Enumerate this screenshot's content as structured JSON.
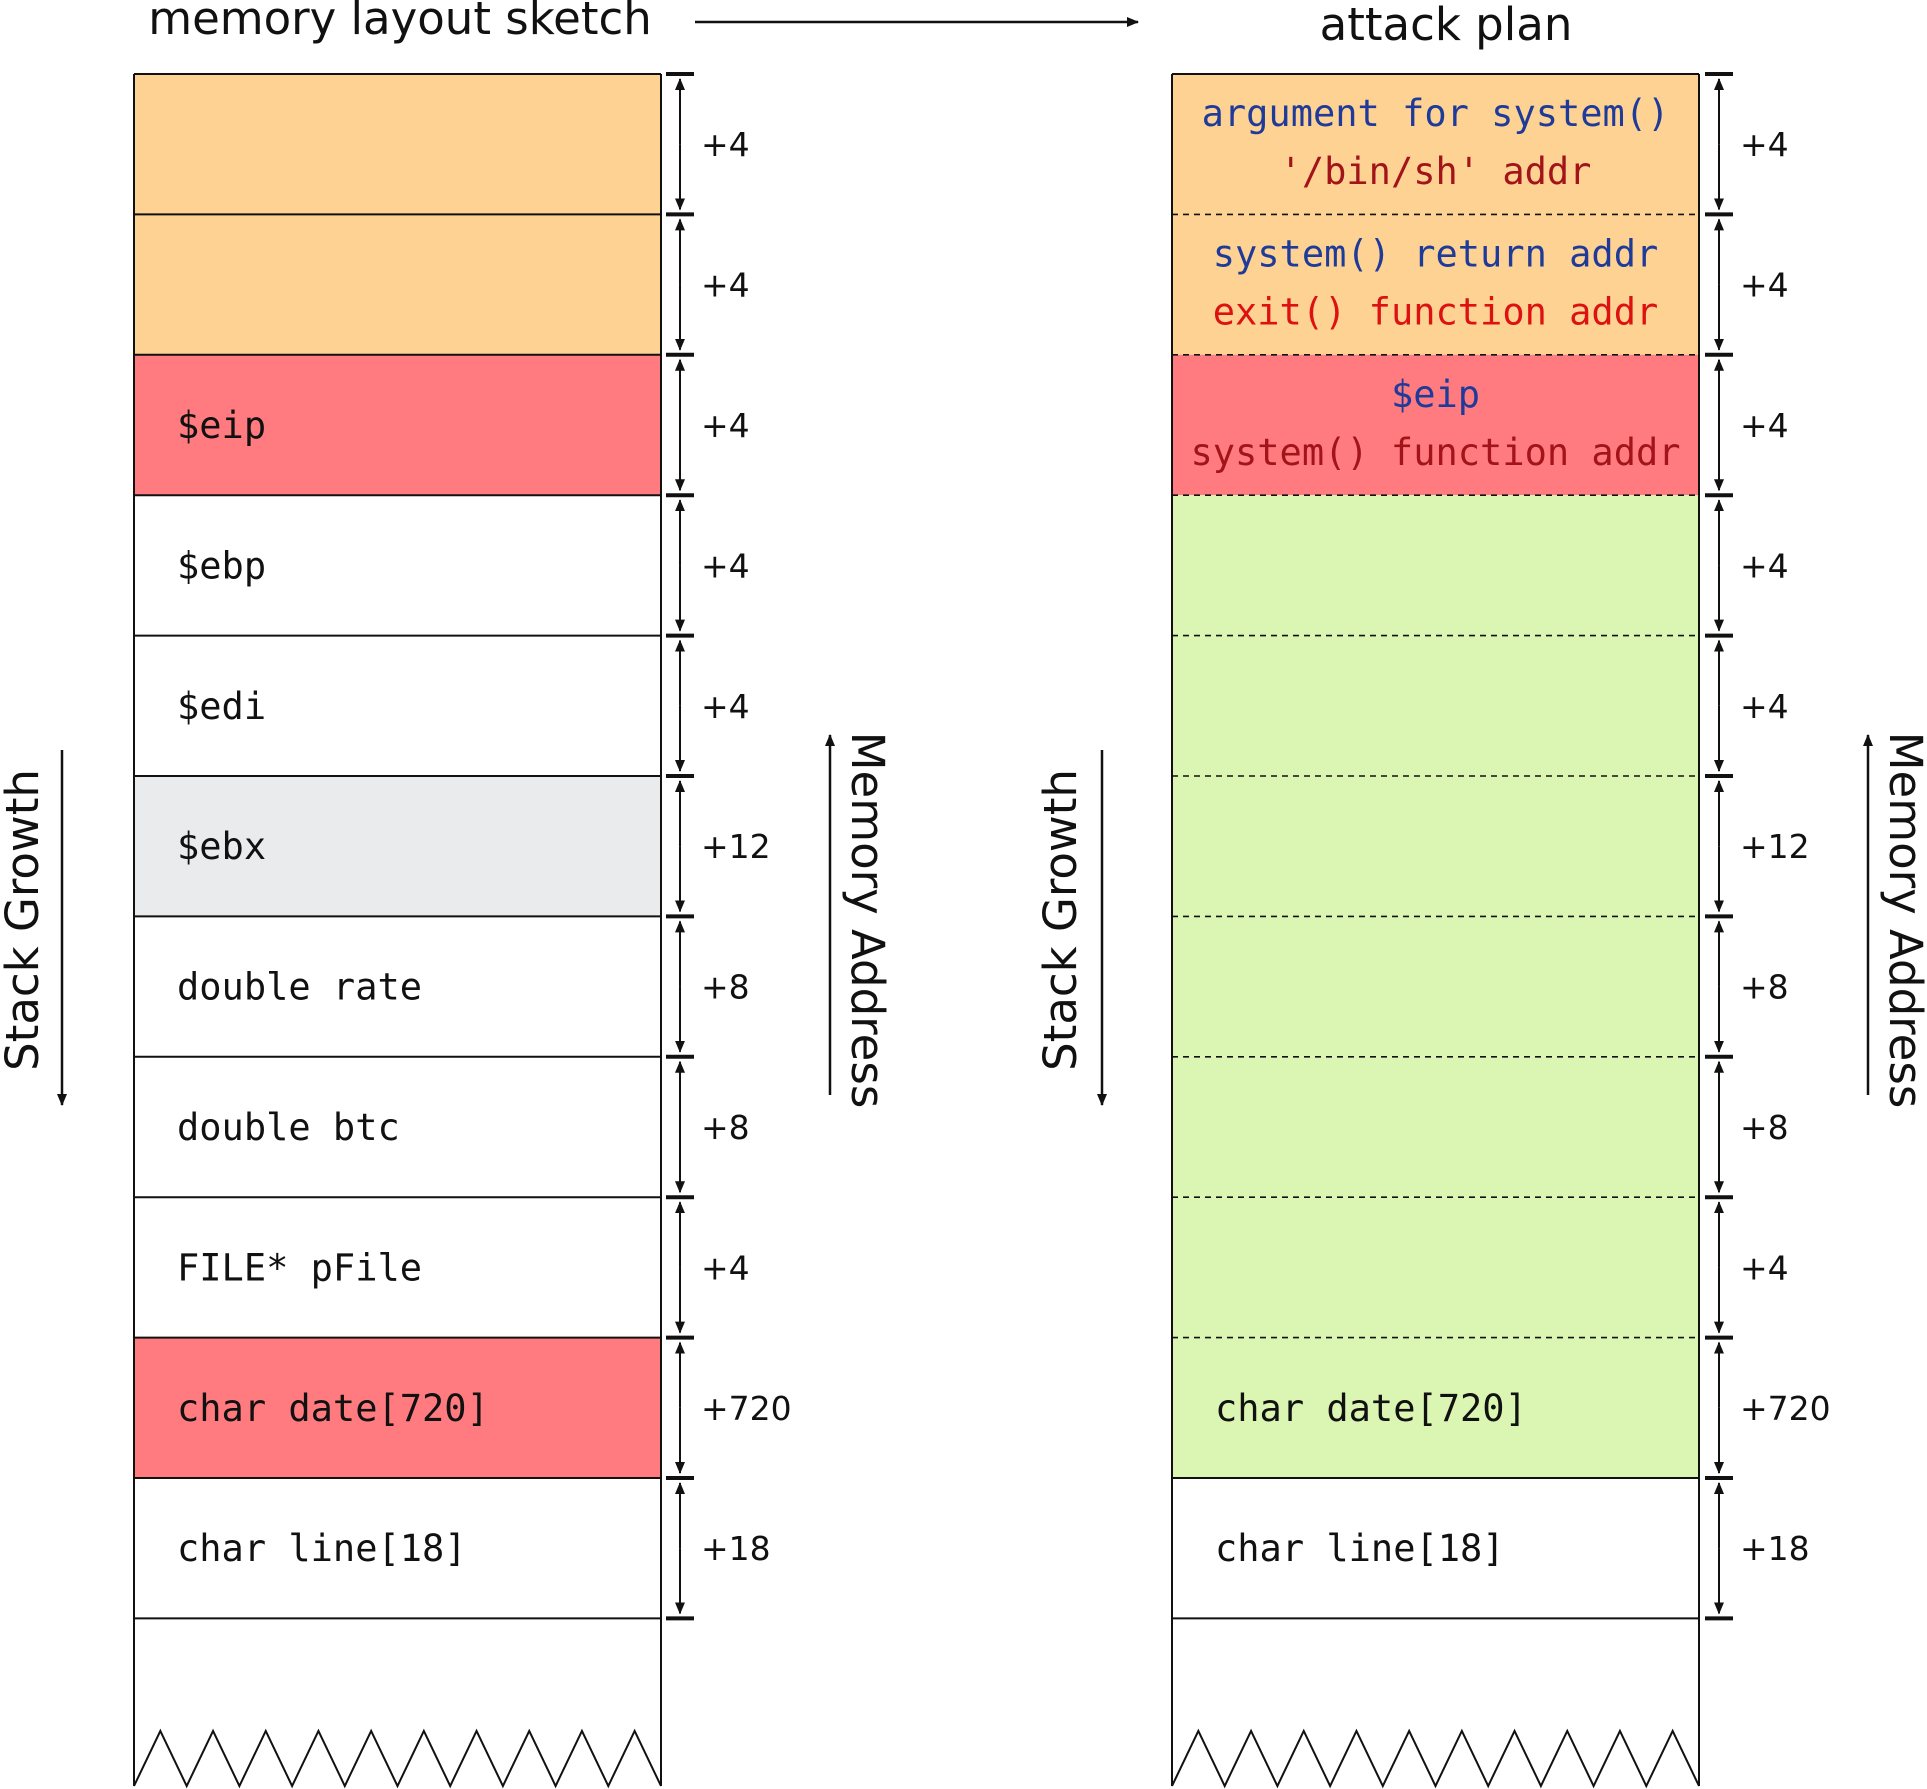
{
  "titles": {
    "left": "memory layout sketch",
    "right": "attack plan"
  },
  "axis_labels": {
    "stack_growth": "Stack Growth",
    "memory_address": "Memory Address"
  },
  "colors": {
    "orange": "#fdd292",
    "red": "#ff7b7f",
    "gray": "#eaebed",
    "green": "#dbf5b3",
    "white": "#ffffff",
    "blue_text": "#1f3b9a",
    "darkred_text": "#a3141a",
    "red_text": "#dd1111"
  },
  "left_stack": [
    {
      "label": "",
      "size": "+4",
      "fill": "orange"
    },
    {
      "label": "",
      "size": "+4",
      "fill": "orange"
    },
    {
      "label": "$eip",
      "size": "+4",
      "fill": "red"
    },
    {
      "label": "$ebp",
      "size": "+4",
      "fill": "white"
    },
    {
      "label": "$edi",
      "size": "+4",
      "fill": "white"
    },
    {
      "label": "$ebx",
      "size": "+12",
      "fill": "gray"
    },
    {
      "label": "double rate",
      "size": "+8",
      "fill": "white"
    },
    {
      "label": "double btc",
      "size": "+8",
      "fill": "white"
    },
    {
      "label": "FILE* pFile",
      "size": "+4",
      "fill": "white"
    },
    {
      "label": "char date[720]",
      "size": "+720",
      "fill": "red"
    },
    {
      "label": "char line[18]",
      "size": "+18",
      "fill": "white"
    }
  ],
  "right_stack": [
    {
      "line1": "argument for system()",
      "line2": "'/bin/sh' addr",
      "line1_color": "blue_text",
      "line2_color": "darkred_text",
      "size": "+4",
      "fill": "orange"
    },
    {
      "line1": "system() return addr",
      "line2": "exit() function addr",
      "line1_color": "blue_text",
      "line2_color": "red_text",
      "size": "+4",
      "fill": "orange"
    },
    {
      "line1": "$eip",
      "line2": "system() function addr",
      "line1_color": "blue_text",
      "line2_color": "darkred_text",
      "size": "+4",
      "fill": "red"
    },
    {
      "label": "",
      "size": "+4",
      "fill": "green"
    },
    {
      "label": "",
      "size": "+4",
      "fill": "green"
    },
    {
      "label": "",
      "size": "+12",
      "fill": "green"
    },
    {
      "label": "",
      "size": "+8",
      "fill": "green"
    },
    {
      "label": "",
      "size": "+8",
      "fill": "green"
    },
    {
      "label": "",
      "size": "+4",
      "fill": "green"
    },
    {
      "label": "char date[720]",
      "size": "+720",
      "fill": "green"
    },
    {
      "label": "char line[18]",
      "size": "+18",
      "fill": "white"
    }
  ]
}
